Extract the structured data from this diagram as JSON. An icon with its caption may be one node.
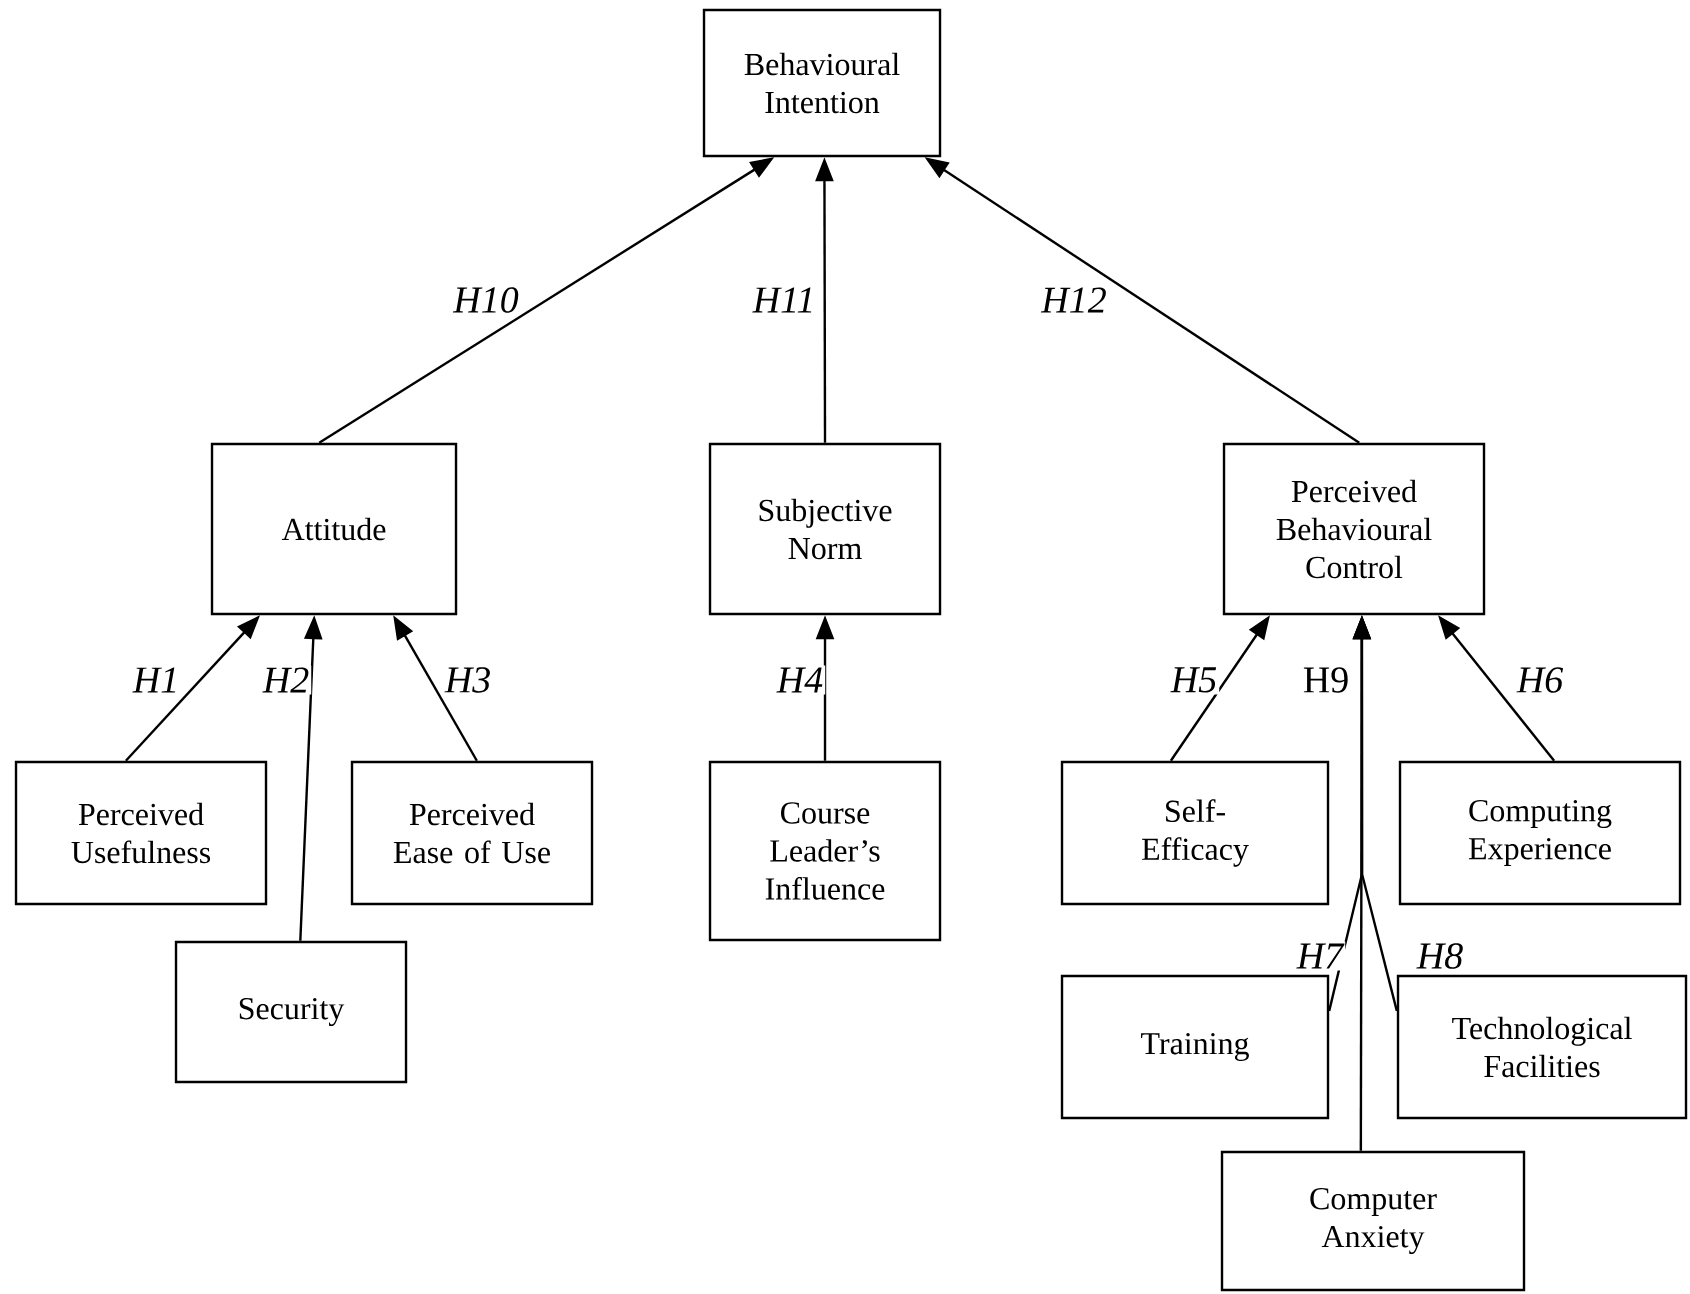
{
  "diagram": {
    "nodes": [
      {
        "text": [
          "Behavioural Intention"
        ]
      },
      {
        "text": [
          "Attitude"
        ]
      },
      {
        "text": [
          "Subjective Norm"
        ]
      },
      {
        "text": [
          "Perceived Behavioural Control"
        ]
      },
      {
        "text": [
          "Perceived Usefulness"
        ]
      },
      {
        "text": [
          "Security"
        ]
      },
      {
        "text": [
          "Perceived Ease of Use"
        ]
      },
      {
        "text": [
          "Course Leader’s Influence"
        ]
      },
      {
        "text": [
          "Self-Efficacy"
        ]
      },
      {
        "text": [
          "Computing Experience"
        ]
      },
      {
        "text": [
          "Training"
        ]
      },
      {
        "text": [
          "Technological Facilities"
        ]
      },
      {
        "text": [
          "Computer Anxiety"
        ]
      }
    ],
    "edges": [
      {
        "from": 1,
        "to": 0,
        "arrow": "to",
        "label": "H10"
      },
      {
        "from": 2,
        "to": 0,
        "arrow": "to",
        "label": "H11"
      },
      {
        "from": 3,
        "to": 0,
        "arrow": "to",
        "label": "H12"
      },
      {
        "from": 4,
        "to": 1,
        "arrow": "to",
        "label": "H1"
      },
      {
        "from": 5,
        "to": 1,
        "arrow": "to",
        "label": "H2"
      },
      {
        "from": 6,
        "to": 1,
        "arrow": "to",
        "label": "H3"
      },
      {
        "from": 7,
        "to": 2,
        "arrow": "to",
        "label": "H4"
      },
      {
        "from": 8,
        "to": 3,
        "arrow": "to",
        "label": "H5"
      },
      {
        "from": 9,
        "to": 3,
        "arrow": "to",
        "label": "H6"
      },
      {
        "from": 10,
        "to": 3,
        "arrow": "to",
        "label": "H7"
      },
      {
        "from": 11,
        "to": 3,
        "arrow": "to",
        "label": "H8"
      },
      {
        "from": 12,
        "to": 3,
        "arrow": "to",
        "label": "H9"
      }
    ]
  }
}
